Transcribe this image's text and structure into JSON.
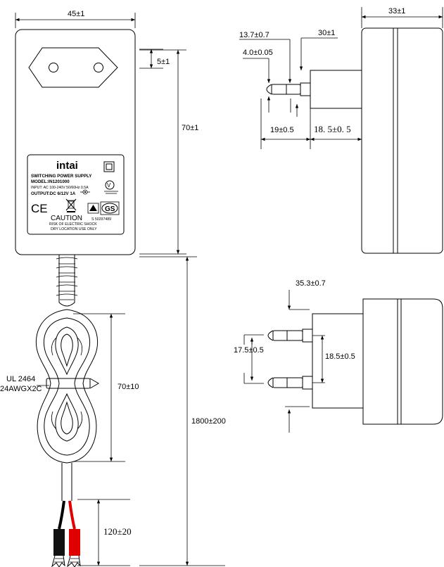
{
  "dimensions": {
    "front_width": "45±1",
    "pin_offset": "5±1",
    "front_height": "70±1",
    "cable_length": "1800±200",
    "coil_height": "70±10",
    "lead_length": "120±20",
    "side_depth": "33±1",
    "pin_length": "13.7±0.7",
    "plug_depth": "30±1",
    "pin_diameter": "4.0±0.05",
    "pin_reach": "19±0.5",
    "plug_section": "18. 5±0. 5",
    "bottom_depth": "35.3±0.7",
    "pin_tip_spacing": "17.5±0.5",
    "pin_spacing": "18.5±0.5"
  },
  "cable_label": {
    "line1": "UL 2464",
    "line2": "24AWGX2C"
  },
  "product_label": {
    "brand": "intai",
    "line1": "SWITCHING POWER SUPPLY",
    "line2": "MODEL:IN1201000",
    "line3": "INPUT: AC 100-240V 50/60Hz 0.5A",
    "line4": "OUTPUT:DC 6/12V 1A",
    "ce_mark": "CE",
    "caution": "CAUTION",
    "shock": "RISK OF ELECTRIC SHOCK",
    "dry": "DRY LOCATION USE ONLY",
    "cert_no": "S 50297489",
    "efficiency_mark": "V",
    "gs_mark": "GS"
  }
}
